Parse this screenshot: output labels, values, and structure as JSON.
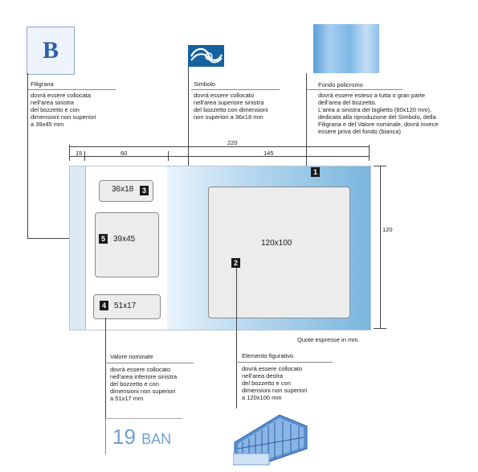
{
  "labels": {
    "filigrana": {
      "title": "Filigrana",
      "desc": "dovrà essere collocata\nnell'area sinistra\ndel bozzetto e con\ndimensioni non superiori\na 39x45 mm"
    },
    "simbolo": {
      "title": "Simbolo",
      "desc": "dovrà essere collocato\nnell'area superiore sinistra\ndel bozzetto con dimensioni\nnon superiori a 36x18 mm"
    },
    "fondo": {
      "title": "Fondo policromo",
      "desc": "dovrà essere esteso a tutta o gran parte\ndell'area del bozzetto.\nL'area a sinistra del biglietto (60x120 mm),\ndedicata alla riproduzione del Simbolo, della\nFiligrana e del Valore nominale, dovrà invece\nessere priva del fondo (bianca)"
    },
    "valore": {
      "title": "Valore nominale",
      "desc": "dovrà essere collocato\nnell'area inferiore sinistra\ndel bozzetto e con\ndimensioni non superiori\na 51x17 mm"
    },
    "elemento": {
      "title": "Elemento figurativo",
      "desc": "dovrà essere collocato\nnell'area destra\ndel bozzetto e con\ndimensioni non superiori\na 120x100 mm"
    }
  },
  "dimensions": {
    "total_width": "220",
    "left_margin": "15",
    "left_area": "60",
    "right_area": "145",
    "height": "120"
  },
  "boxes": {
    "simbolo": "36x18",
    "filigrana": "39x45",
    "valore": "51x17",
    "elemento": "120x100"
  },
  "badges": {
    "b1": "1",
    "b2": "2",
    "b3": "3",
    "b4": "4",
    "b5": "5"
  },
  "note": "Quote espresse in mm.",
  "images": {
    "filigrana_logo": "B",
    "valore_number": "19",
    "valore_currency": "BAN"
  },
  "colors": {
    "fondo_start": "#e8f4fc",
    "fondo_end": "#7ab6de",
    "strip": "#dde9f5",
    "accent_blue": "#17629e"
  },
  "icons": [
    "filigrana-logo",
    "simbolo-wave-icon",
    "fondo-policromo-swatch",
    "valore-sample",
    "palazzo-illustration"
  ]
}
